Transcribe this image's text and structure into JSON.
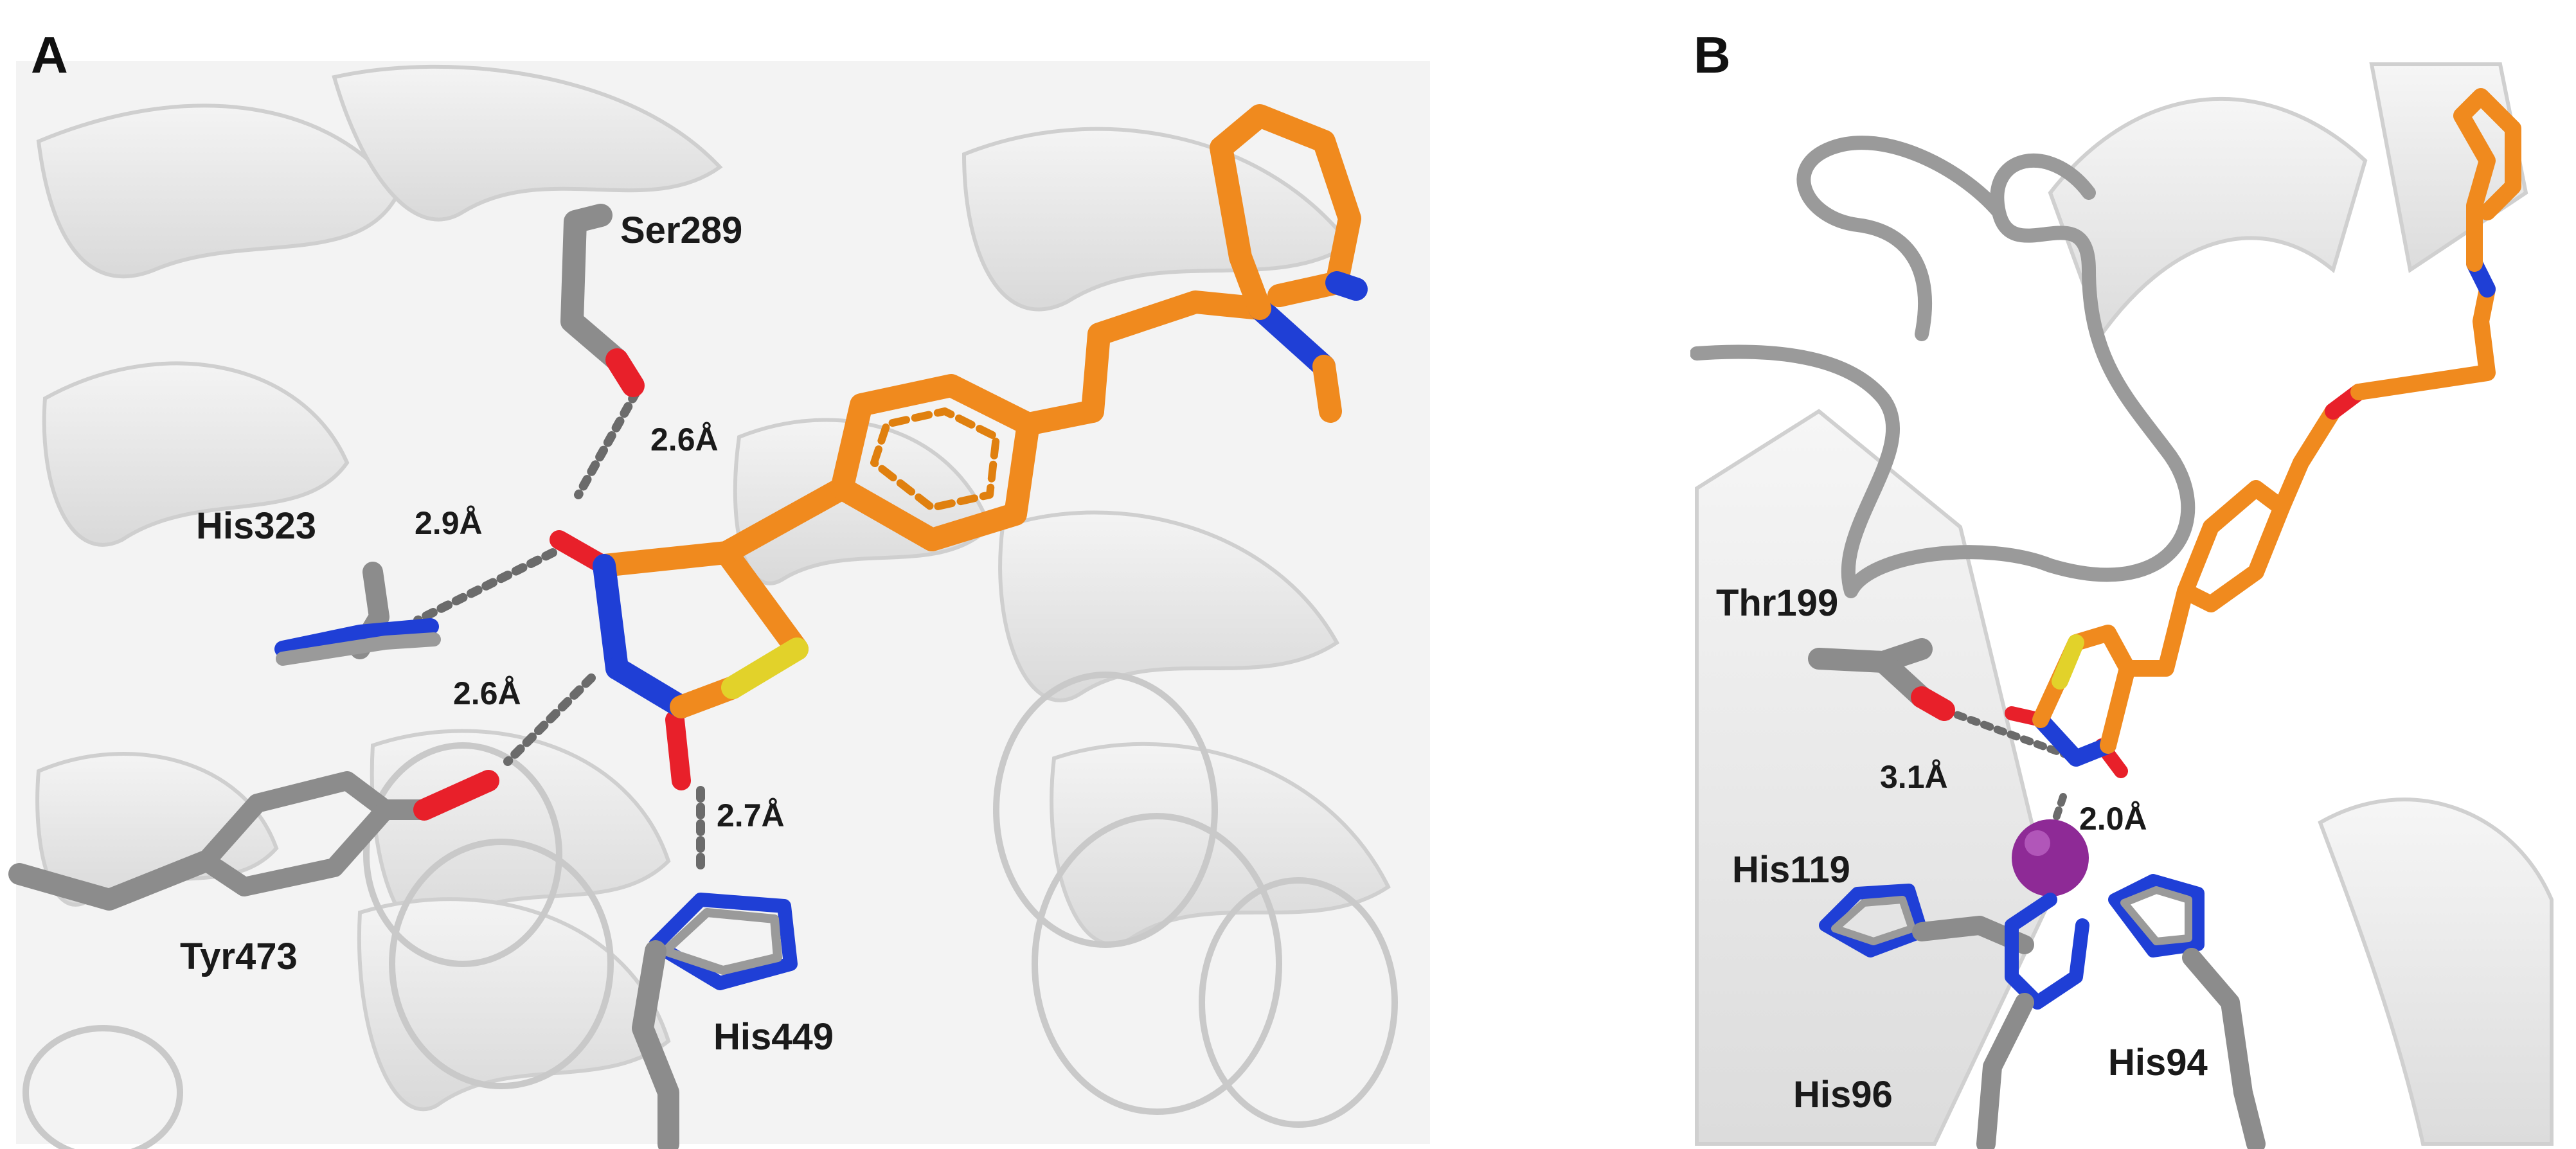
{
  "panel_a": {
    "letter": "A",
    "residues": {
      "ser": "Ser289",
      "his323": "His323",
      "tyr": "Tyr473",
      "his449": "His449"
    },
    "distances": {
      "ser": "2.6Å",
      "his323": "2.9Å",
      "tyr": "2.6Å",
      "his449": "2.7Å"
    }
  },
  "panel_b": {
    "letter": "B",
    "residues": {
      "thr": "Thr199",
      "his119": "His119",
      "his96": "His96",
      "his94": "His94"
    },
    "distances": {
      "thr": "3.1Å",
      "zinc": "2.0Å"
    }
  },
  "colors": {
    "ligand_carbon": "#f08a1e",
    "protein_carbon": "#8c8c8c",
    "nitrogen": "#1f3fd6",
    "oxygen": "#e8202a",
    "sulfur": "#e2d22a",
    "metal": "#8e2a96",
    "ribbon": "#e6e6e6"
  }
}
